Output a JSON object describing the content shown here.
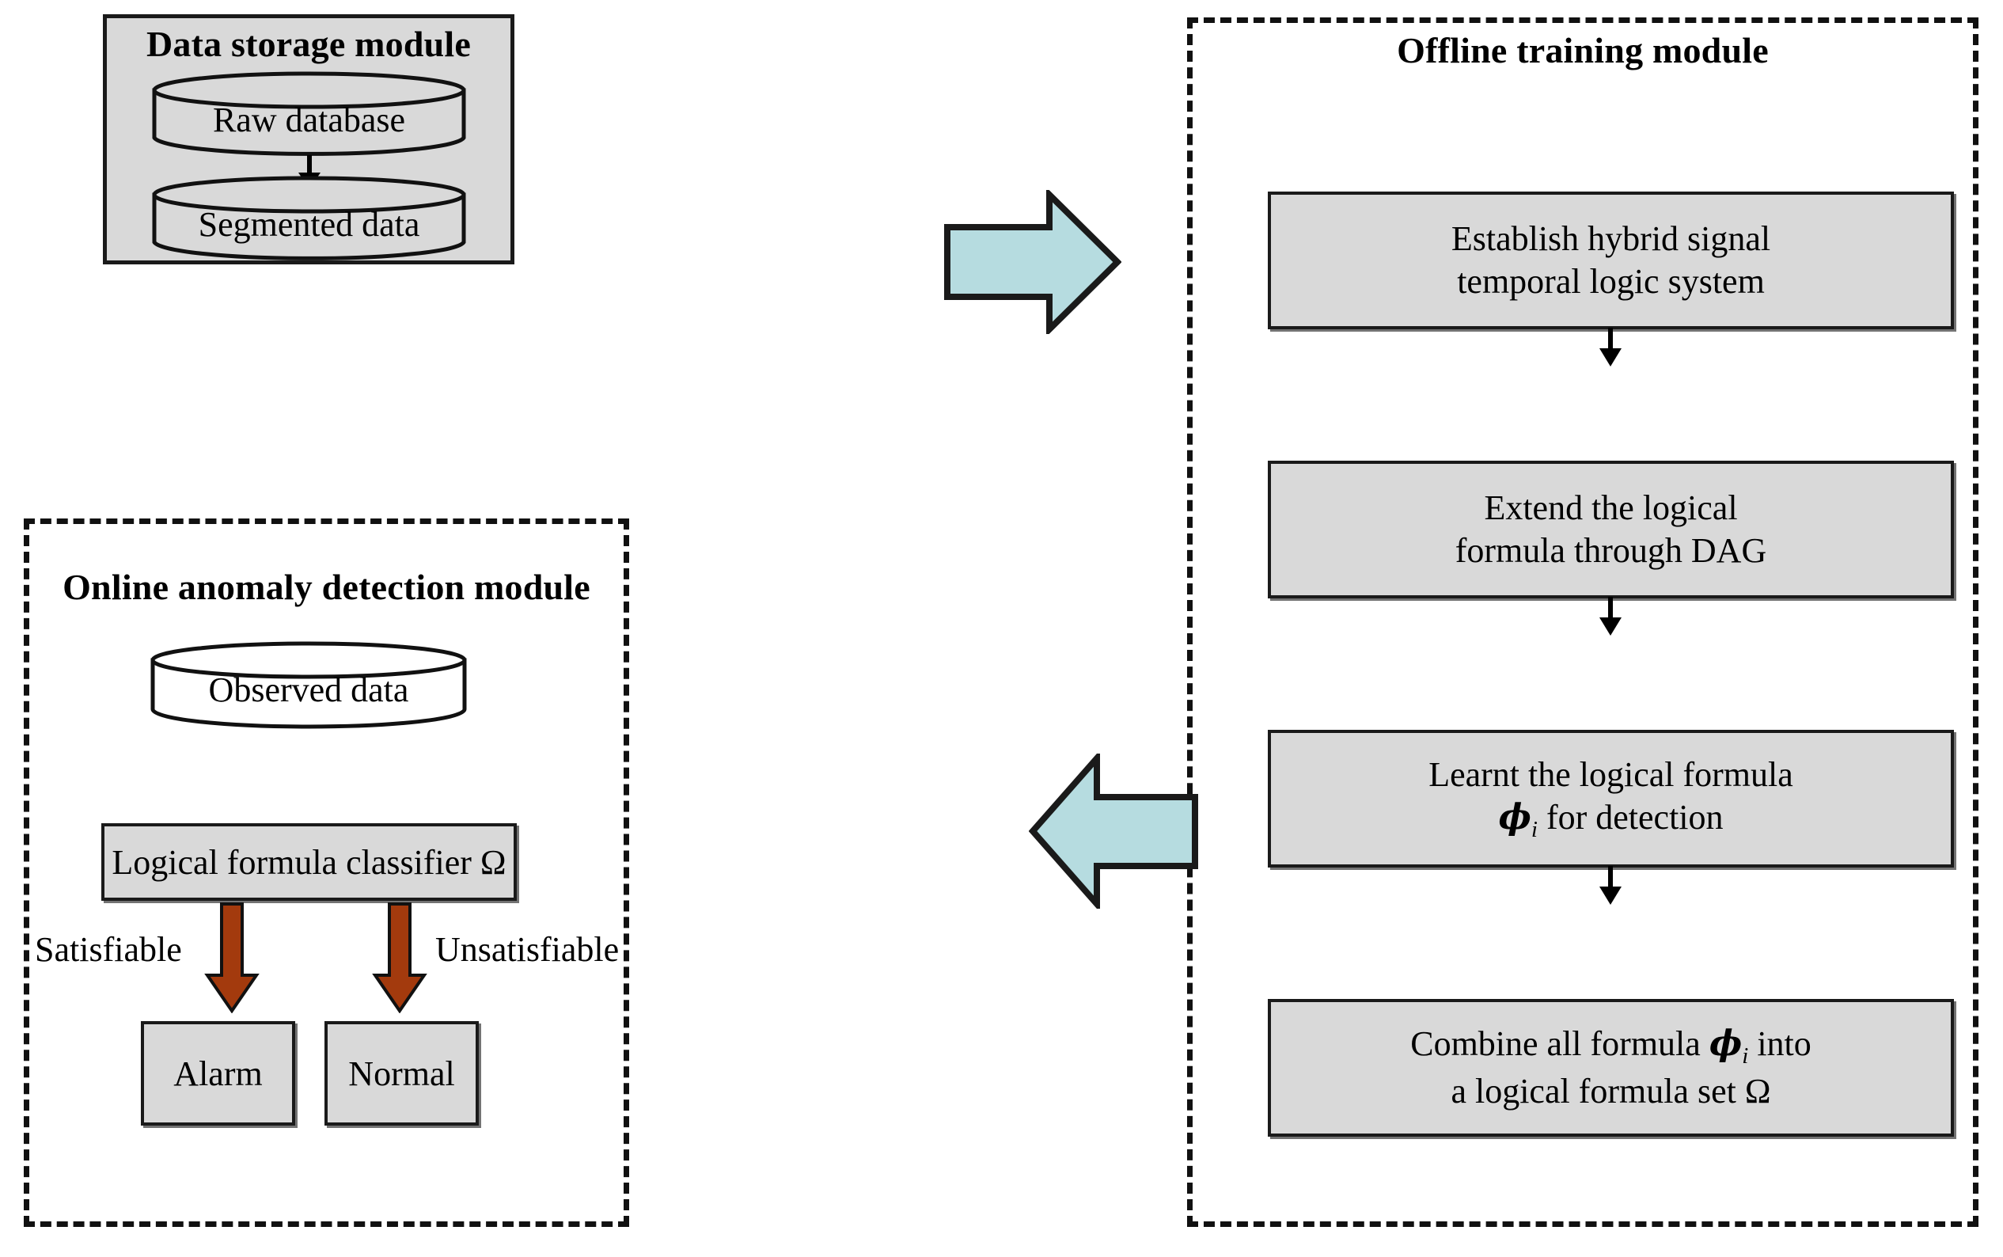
{
  "figure": {
    "type": "flow-diagram",
    "background_color": "#ffffff",
    "module_fill": "#d9d9d9",
    "accent_arrow_color": "#b6dce0",
    "decision_arrow_color": "#a33a0d",
    "stroke_color": "#111111"
  },
  "data_storage_module": {
    "title": "Data storage module",
    "border_style": "solid",
    "fill": "#d9d9d9",
    "nodes": [
      {
        "id": "raw-database",
        "label": "Raw database",
        "shape": "cylinder",
        "fill": "#d9d9d9"
      },
      {
        "id": "segmented-data",
        "label": "Segmented data",
        "shape": "cylinder",
        "fill": "#d9d9d9"
      }
    ],
    "connector_label": ""
  },
  "offline_training_module": {
    "title": "Offline training module",
    "border_style": "dashed",
    "steps": [
      {
        "id": "establish-hstl",
        "line1": "Establish hybrid signal",
        "line2": "temporal logic system"
      },
      {
        "id": "extend-dag",
        "line1": "Extend the logical",
        "line2": "formula through DAG"
      },
      {
        "id": "learn-formula",
        "line1": "Learnt the logical formula",
        "line2_prefix": "",
        "line2_symbol": "ϕ",
        "line2_subscript": "i",
        "line2_suffix": " for detection"
      },
      {
        "id": "combine-formula",
        "line1_prefix": "Combine all formula ",
        "line1_symbol": "ϕ",
        "line1_subscript": "i",
        "line1_suffix": " into",
        "line2": "a logical formula set Ω"
      }
    ]
  },
  "online_anomaly_detection_module": {
    "title": "Online anomaly detection module",
    "border_style": "dashed",
    "observed_data": {
      "id": "observed-data",
      "label": "Observed data",
      "shape": "cylinder",
      "fill": "#ffffff"
    },
    "classifier": {
      "id": "logical-formula-classifier",
      "label": "Logical formula classifier Ω",
      "fill": "#d9d9d9"
    },
    "branches": [
      {
        "id": "satisfiable",
        "edge_label": "Satisfiable",
        "target_label": "Alarm"
      },
      {
        "id": "unsatisfiable",
        "edge_label": "Unsatisfiable",
        "target_label": "Normal"
      }
    ]
  },
  "inter_module_arrows": [
    {
      "id": "storage-to-offline",
      "direction": "right",
      "color": "#b6dce0",
      "from": "data_storage_module",
      "to": "offline_training_module"
    },
    {
      "id": "offline-to-online",
      "direction": "left",
      "color": "#b6dce0",
      "from": "offline_training_module",
      "to": "online_anomaly_detection_module"
    }
  ]
}
